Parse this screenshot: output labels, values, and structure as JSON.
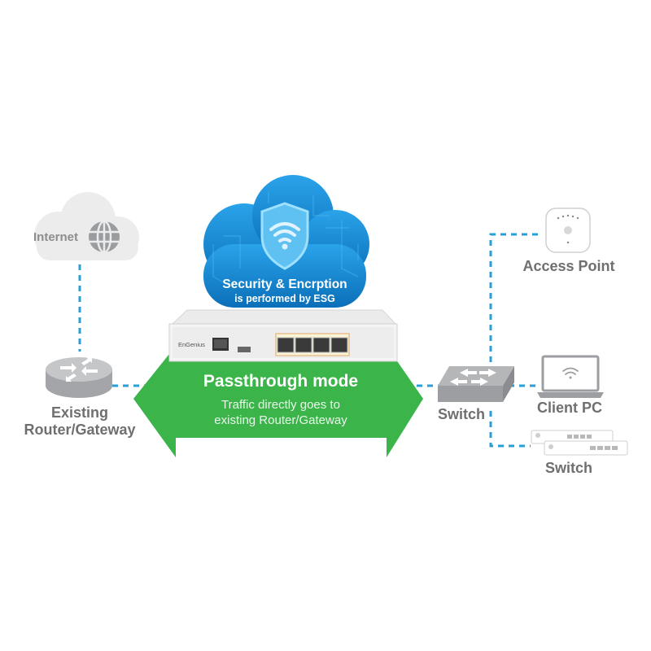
{
  "diagram": {
    "title": "Passthrough mode",
    "subtitle_lines": [
      "Traffic directly goes to",
      "existing Router/Gateway"
    ],
    "colors": {
      "green_arrow": "#3bb54a",
      "link_dashed": "#2a9fd6",
      "cloud_blue": "#1b8fd8",
      "icon_gray": "#a9abad",
      "label_gray": "#6f6f6f"
    }
  },
  "cloud": {
    "title": "Security & Encrption",
    "subtitle": "is performed by ESG",
    "icon": "shield-wifi-icon"
  },
  "device": {
    "brand": "EnGenius",
    "ports": [
      "wan-port",
      "usb-port",
      "lan-port-1",
      "lan-port-2",
      "lan-port-3",
      "lan-port-4"
    ]
  },
  "nodes": {
    "internet": {
      "label": "Internet",
      "icon": "globe-icon"
    },
    "router": {
      "label_lines": [
        "Existing",
        "Router/Gateway"
      ],
      "icon": "router-icon"
    },
    "switch_center": {
      "label": "Switch",
      "icon": "switch-icon"
    },
    "access_point": {
      "label": "Access Point",
      "icon": "access-point-icon"
    },
    "client_pc": {
      "label": "Client PC",
      "icon": "laptop-icon"
    },
    "switch_stack": {
      "label": "Switch",
      "icon": "switch-stack-icon"
    }
  }
}
